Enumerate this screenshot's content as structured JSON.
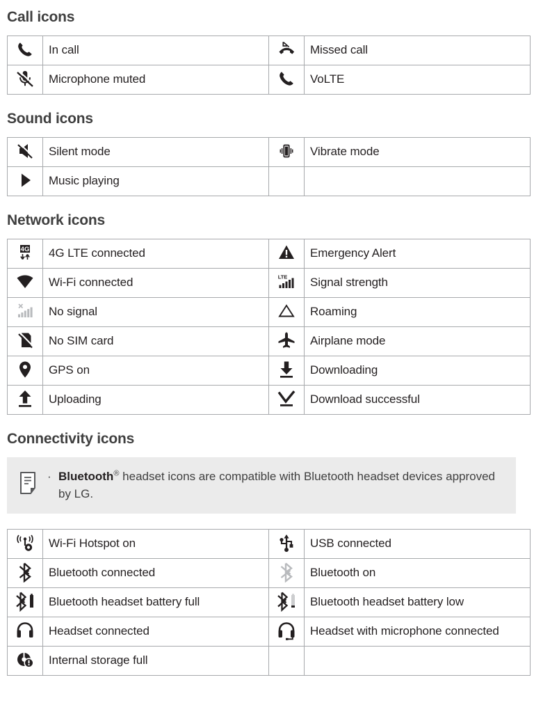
{
  "sections": [
    {
      "id": "call",
      "heading": "Call icons",
      "rows": [
        [
          {
            "icon": "phone-handset-icon",
            "label": "In call"
          },
          {
            "icon": "missed-call-icon",
            "label": "Missed call"
          }
        ],
        [
          {
            "icon": "microphone-muted-icon",
            "label": "Microphone muted"
          },
          {
            "icon": "volte-handset-icon",
            "label": "VoLTE"
          }
        ]
      ]
    },
    {
      "id": "sound",
      "heading": "Sound icons",
      "rows": [
        [
          {
            "icon": "speaker-mute-icon",
            "label": "Silent mode"
          },
          {
            "icon": "vibrate-phone-icon",
            "label": "Vibrate mode"
          }
        ],
        [
          {
            "icon": "play-triangle-icon",
            "label": "Music playing"
          },
          {
            "icon": "",
            "label": ""
          }
        ]
      ]
    },
    {
      "id": "network",
      "heading": "Network icons",
      "rows": [
        [
          {
            "icon": "four-g-lte-icon",
            "label": "4G LTE connected"
          },
          {
            "icon": "emergency-alert-icon",
            "label": "Emergency Alert"
          }
        ],
        [
          {
            "icon": "wifi-connected-icon",
            "label": "Wi-Fi connected"
          },
          {
            "icon": "lte-signal-strength-icon",
            "label": "Signal strength"
          }
        ],
        [
          {
            "icon": "no-signal-icon",
            "label": "No signal"
          },
          {
            "icon": "roaming-triangle-icon",
            "label": "Roaming"
          }
        ],
        [
          {
            "icon": "no-sim-card-icon",
            "label": "No SIM card"
          },
          {
            "icon": "airplane-mode-icon",
            "label": "Airplane mode"
          }
        ],
        [
          {
            "icon": "gps-pin-icon",
            "label": "GPS on"
          },
          {
            "icon": "download-arrow-icon",
            "label": "Downloading"
          }
        ],
        [
          {
            "icon": "upload-arrow-icon",
            "label": "Uploading"
          },
          {
            "icon": "download-success-check-icon",
            "label": "Download successful"
          }
        ]
      ]
    },
    {
      "id": "connectivity",
      "heading": "Connectivity icons",
      "rows": [
        [
          {
            "icon": "wifi-hotspot-icon",
            "label": "Wi-Fi Hotspot on"
          },
          {
            "icon": "usb-icon",
            "label": "USB connected"
          }
        ],
        [
          {
            "icon": "bluetooth-connected-icon",
            "label": "Bluetooth connected"
          },
          {
            "icon": "bluetooth-on-icon",
            "label": "Bluetooth on"
          }
        ],
        [
          {
            "icon": "bluetooth-battery-full-icon",
            "label": "Bluetooth headset battery full"
          },
          {
            "icon": "bluetooth-battery-low-icon",
            "label": "Bluetooth headset battery low"
          }
        ],
        [
          {
            "icon": "headset-icon",
            "label": "Headset connected"
          },
          {
            "icon": "headset-microphone-icon",
            "label": "Headset with microphone connected"
          }
        ],
        [
          {
            "icon": "internal-storage-full-icon",
            "label": "Internal storage full"
          },
          {
            "icon": "",
            "label": ""
          }
        ]
      ]
    }
  ],
  "note": {
    "icon": "note-document-icon",
    "bullet": "·",
    "bold_lead": "Bluetooth",
    "superscript": "®",
    "text": " headset icons are compatible with Bluetooth headset devices approved by LG."
  },
  "colors": {
    "icon_dark": "#231f20",
    "icon_grey": "#a7a9ac",
    "border": "#a7a9ac",
    "heading": "#3f3f3f",
    "note_bg": "#ebebeb"
  }
}
